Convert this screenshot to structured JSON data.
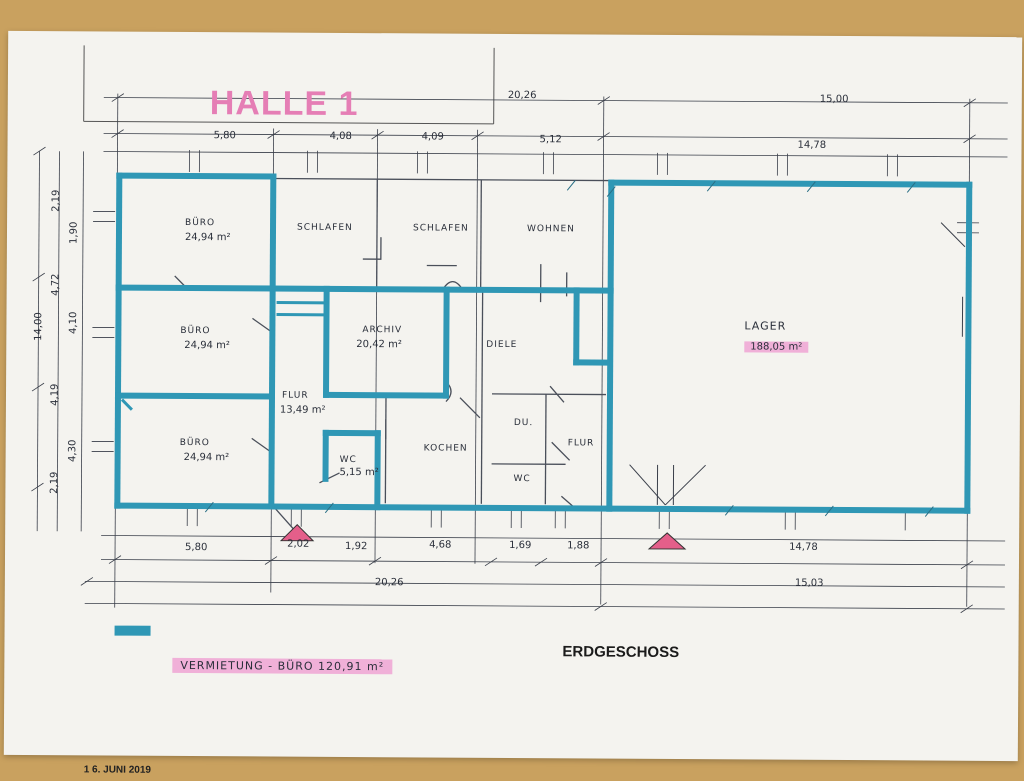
{
  "sheet": {
    "title": "HALLE 1",
    "floor": "ERDGESCHOSS",
    "date_stamp": "1 6. JUNI 2019",
    "legend": "VERMIETUNG - BÜRO 120,91 m²"
  },
  "rooms": {
    "buero1": {
      "name": "BÜRO",
      "area": "24,94 m²"
    },
    "buero2": {
      "name": "BÜRO",
      "area": "24,94 m²"
    },
    "buero3": {
      "name": "BÜRO",
      "area": "24,94 m²"
    },
    "schlafen1": {
      "name": "SCHLAFEN"
    },
    "schlafen2": {
      "name": "SCHLAFEN"
    },
    "wohnen": {
      "name": "WOHNEN"
    },
    "archiv": {
      "name": "ARCHIV",
      "area": "20,42 m²"
    },
    "diele": {
      "name": "DIELE"
    },
    "flur": {
      "name": "FLUR",
      "area": "13,49 m²"
    },
    "wc": {
      "name": "WC",
      "area": "5,15 m²"
    },
    "kochen": {
      "name": "KOCHEN"
    },
    "dusche": {
      "name": "DU."
    },
    "wc2": {
      "name": "WC"
    },
    "flur2": {
      "name": "FLUR"
    },
    "lager": {
      "name": "LAGER",
      "area": "188,05 m²"
    }
  },
  "dimensions": {
    "top_total": "20,26",
    "top_right_total": "15,00",
    "top_right_inner": "14,78",
    "top_580": "5,80",
    "top_408": "4,08",
    "top_409": "4,09",
    "top_512": "5,12",
    "bottom_580": "5,80",
    "bottom_202": "2,02",
    "bottom_192": "1,92",
    "bottom_468": "4,68",
    "bottom_169": "1,69",
    "bottom_188": "1,88",
    "bottom_right_inner": "14,78",
    "bottom_total": "20,26",
    "bottom_right_total": "15,03",
    "left_total": "14,00",
    "left_219_top": "2,19",
    "left_472": "4,72",
    "left_419": "4,19",
    "left_430": "4,30",
    "left_219_bottom": "2,19",
    "left_410": "4,10",
    "left_190": "1,90"
  },
  "colors": {
    "wall": "#2f97b5",
    "pencil": "#2a2f3a",
    "highlight_pink": "#ec78c4",
    "title_pink": "#e57eb5",
    "paper": "#f4f3ef",
    "table": "#c9a15f",
    "triangle": "#e45f8a"
  }
}
